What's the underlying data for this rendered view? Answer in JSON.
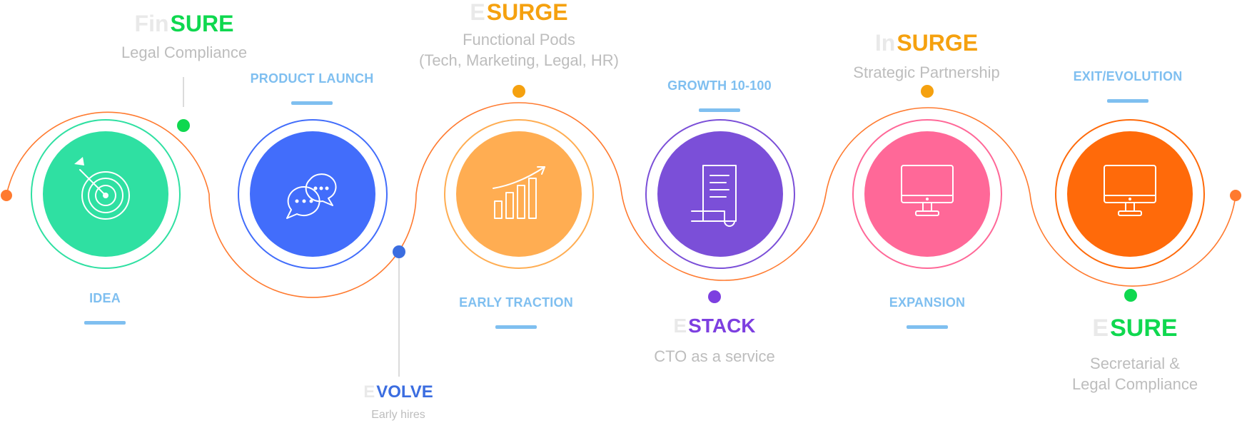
{
  "steps": [
    {
      "label": "IDEA",
      "icon": "target-icon",
      "color": "#2fe0a2"
    },
    {
      "label": "PRODUCT LAUNCH",
      "icon": "chat-bubbles-icon",
      "color": "#426dfb"
    },
    {
      "label": "EARLY TRACTION",
      "icon": "growth-chart-icon",
      "color": "#ffad52"
    },
    {
      "label": "GROWTH 10-100",
      "icon": "document-scroll-icon",
      "color": "#7b4fd8"
    },
    {
      "label": "EXPANSION",
      "icon": "monitor-icon",
      "color": "#ff6898"
    },
    {
      "label": "EXIT/EVOLUTION",
      "icon": "monitor-icon",
      "color": "#ff6a0a"
    }
  ],
  "services": [
    {
      "prefix": "Fin",
      "name": "SURE",
      "color": "#0fd84f",
      "sub": [
        "Legal Compliance"
      ]
    },
    {
      "prefix": "E",
      "name": "VOLVE",
      "color": "#3b6de0",
      "sub": [
        "Early hires"
      ]
    },
    {
      "prefix": "E",
      "name": "SURGE",
      "color": "#f5a10f",
      "sub": [
        "Functional Pods",
        "(Tech, Marketing, Legal, HR)"
      ]
    },
    {
      "prefix": "E",
      "name": "STACK",
      "color": "#7d3fe0",
      "sub": [
        "CTO as a service"
      ]
    },
    {
      "prefix": "In",
      "name": "SURGE",
      "color": "#f5a10f",
      "sub": [
        "Strategic Partnership"
      ]
    },
    {
      "prefix": "E",
      "name": "SURE",
      "color": "#0fd84f",
      "sub": [
        "Secretarial &",
        "Legal Compliance"
      ]
    }
  ],
  "colors": {
    "wave": "#ff7a2f",
    "stage_label": "#7fbff0",
    "connector": "#cfcfcf"
  }
}
